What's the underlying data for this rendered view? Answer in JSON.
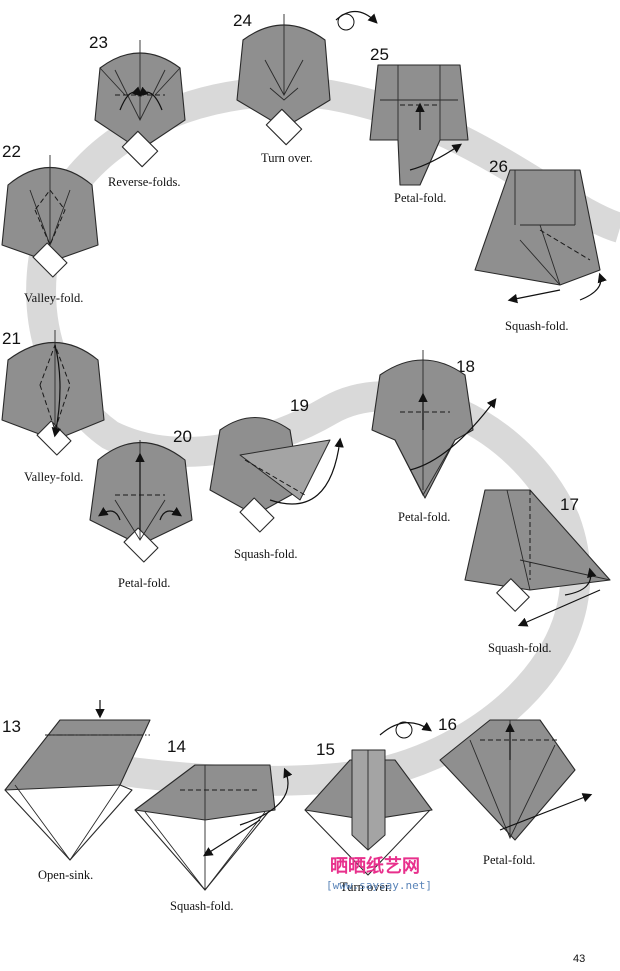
{
  "steps": [
    {
      "number": "13",
      "caption": "Open-sink."
    },
    {
      "number": "14",
      "caption": "Squash-fold."
    },
    {
      "number": "15",
      "caption": "Turn over."
    },
    {
      "number": "16",
      "caption": "Petal-fold."
    },
    {
      "number": "17",
      "caption": "Squash-fold."
    },
    {
      "number": "18",
      "caption": "Petal-fold."
    },
    {
      "number": "19",
      "caption": "Squash-fold."
    },
    {
      "number": "20",
      "caption": "Petal-fold."
    },
    {
      "number": "21",
      "caption": "Valley-fold."
    },
    {
      "number": "22",
      "caption": "Valley-fold."
    },
    {
      "number": "23",
      "caption": "Reverse-folds."
    },
    {
      "number": "24",
      "caption": "Turn over."
    },
    {
      "number": "25",
      "caption": "Petal-fold."
    },
    {
      "number": "26",
      "caption": "Squash-fold."
    }
  ],
  "page_number": "43",
  "watermark": {
    "text": "晒晒纸艺网",
    "url": "[www.saysay.net]"
  },
  "colors": {
    "paper": "#8f8f8f",
    "background_path": "#d9d9d9",
    "watermark_pink": "#e8308c",
    "watermark_blue": "#5a84b8"
  }
}
